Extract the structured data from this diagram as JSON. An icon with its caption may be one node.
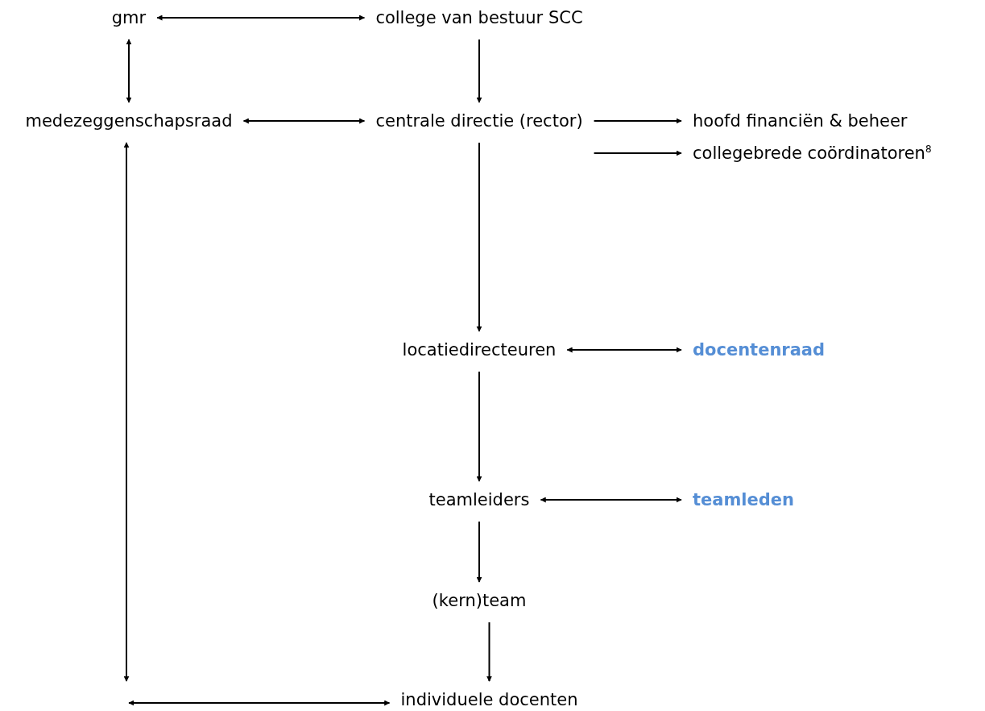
{
  "diagram": {
    "nodes": [
      {
        "text": [
          "gmr"
        ]
      },
      {
        "text": [
          "college van bestuur SCC"
        ]
      },
      {
        "text": [
          "medezeggenschapsraad"
        ]
      },
      {
        "text": [
          "centrale directie (rector)"
        ]
      },
      {
        "text": [
          "hoofd financiën & beheer"
        ]
      },
      {
        "text": [
          "collegebrede coördinatoren$^{8}$"
        ]
      },
      {
        "text": [
          "locatiedirecteuren"
        ]
      },
      {
        "text": [
          "docentenraad"
        ]
      },
      {
        "text": [
          "teamleiders"
        ]
      },
      {
        "text": [
          "teamleden"
        ]
      },
      {
        "text": [
          "(kern)team"
        ]
      },
      {
        "text": [
          "individuele docenten"
        ]
      }
    ],
    "edges": [
      {
        "from": 0,
        "to": 1,
        "arrow": "both"
      },
      {
        "from": 0,
        "to": 2,
        "arrow": "both"
      },
      {
        "from": 1,
        "to": 3,
        "arrow": "to"
      },
      {
        "from": 2,
        "to": 3,
        "arrow": "both"
      },
      {
        "from": 3,
        "to": 4,
        "arrow": "to"
      },
      {
        "from": 3,
        "to": 5,
        "arrow": "to"
      },
      {
        "from": 3,
        "to": 6,
        "arrow": "to"
      },
      {
        "from": 6,
        "to": 7,
        "arrow": "both"
      },
      {
        "from": 6,
        "to": 8,
        "arrow": "to"
      },
      {
        "from": 8,
        "to": 9,
        "arrow": "both"
      },
      {
        "from": 8,
        "to": 10,
        "arrow": "to"
      },
      {
        "from": 10,
        "to": 11,
        "arrow": "to"
      },
      {
        "from": 2,
        "to": null,
        "arrow": "both"
      },
      {
        "from": null,
        "to": 11,
        "arrow": "both"
      }
    ]
  }
}
